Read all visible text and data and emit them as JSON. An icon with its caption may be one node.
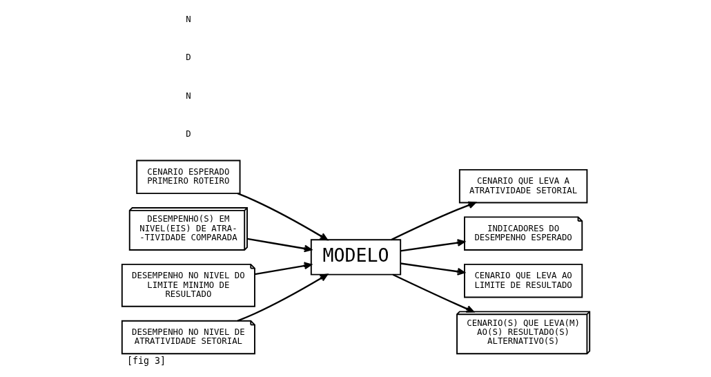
{
  "diagram": {
    "caption": "[fig 3]",
    "nodes": [
      {
        "text": [
          "CENARIO ESPERADO PRIMEIRO ROTEIRO"
        ]
      },
      {
        "text": [
          "MODELO"
        ]
      },
      {
        "text": [
          "CENARIO QUE LEVA A ATRATIVIDADE SETORIAL"
        ]
      },
      {
        "text": [
          "INDICADORES DO DESEMPENHO ESPERADO"
        ]
      },
      {
        "text": [
          "CENARIO QUE LEVA AO LIMITE DE RESULTADO"
        ]
      },
      {
        "text": [
          "CENARIO(S) QUE LEVA(M) AO(S) RESULTADO(S) ALTERNATIVO(S)"
        ]
      },
      {
        "text": [
          "DESEMPENHO(S) EM NIVEL(EIS) DE ATRA- -TIVIDADE COMPARADA"
        ]
      },
      {
        "text": [
          "DESEMPENHO NO NIVEL DO LIMITE MINIMO DE RESULTADO"
        ]
      },
      {
        "text": [
          "DESEMPENHO NO NIVEL DE ATRATIVIDADE SETORIAL"
        ]
      }
    ],
    "edges": [
      {
        "from": 0,
        "to": 1,
        "arrow": "to"
      },
      {
        "from": 1,
        "to": 3,
        "arrow": "to"
      },
      {
        "from": 1,
        "to": 2,
        "arrow": "to"
      },
      {
        "from": 1,
        "to": 4,
        "arrow": "to"
      },
      {
        "from": 1,
        "to": 5,
        "arrow": "to"
      },
      {
        "from": 6,
        "to": 1,
        "arrow": "to"
      },
      {
        "from": 7,
        "to": 1,
        "arrow": "to"
      },
      {
        "from": 8,
        "to": 1,
        "arrow": "to"
      }
    ],
    "labels": [
      "D",
      "N",
      "D",
      "N"
    ]
  }
}
